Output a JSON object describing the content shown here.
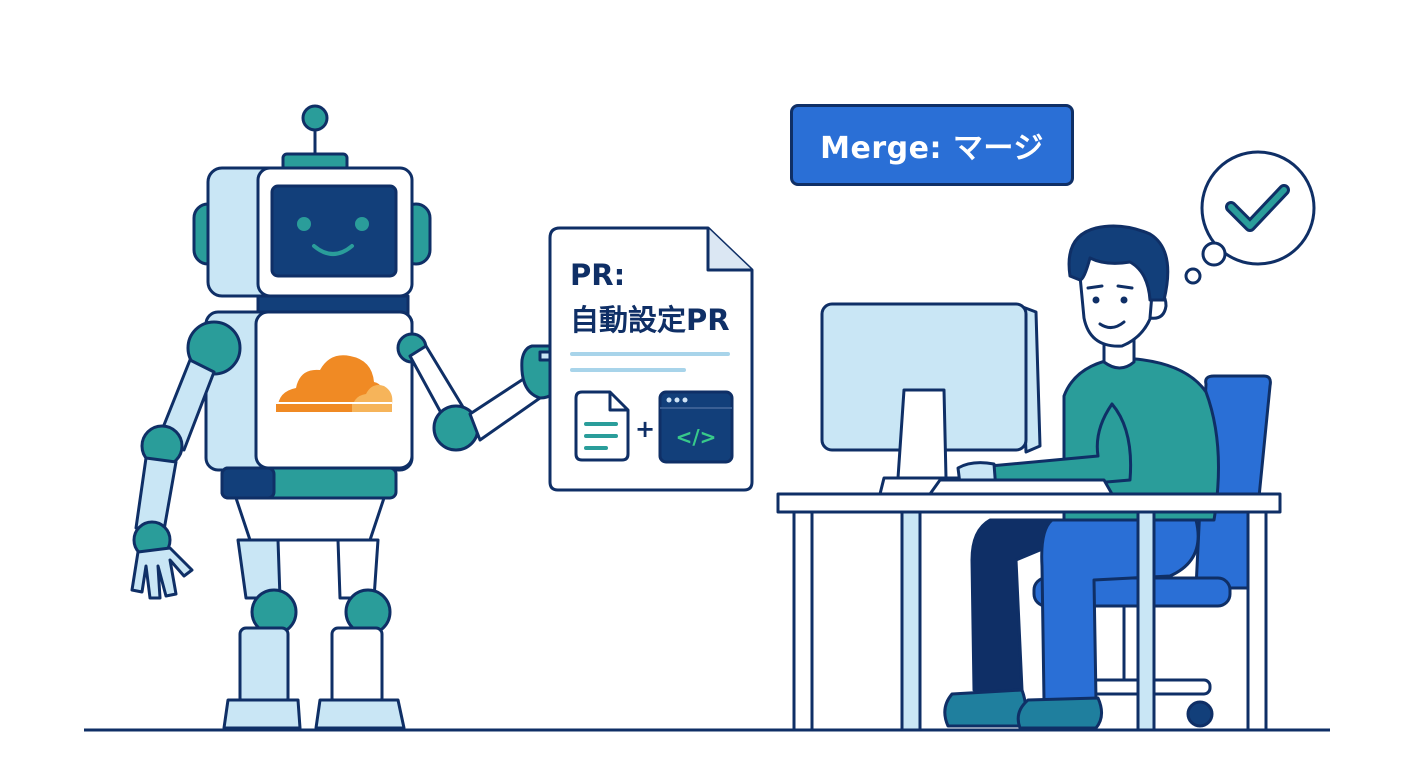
{
  "merge_badge": {
    "label": "Merge: マージ"
  },
  "pr_document": {
    "title_line1": "PR:",
    "title_line2": "自動設定PR",
    "code_glyph": "</>",
    "plus_glyph": "+"
  },
  "colors": {
    "outline": "#0f2f66",
    "teal": "#2a9d9a",
    "light_blue": "#c9e6f5",
    "navy": "#123f7a",
    "blue": "#2a6fd6",
    "orange": "#f08a24"
  }
}
